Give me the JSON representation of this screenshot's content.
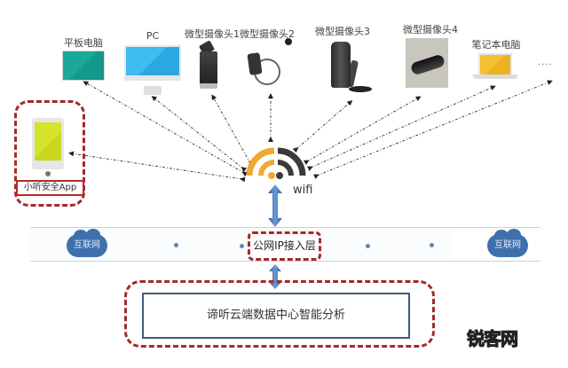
{
  "devices": [
    {
      "id": "tablet",
      "label": "平板电脑",
      "icon": "tablet-icon"
    },
    {
      "id": "pc",
      "label": "PC",
      "icon": "desktop-monitor-icon"
    },
    {
      "id": "camera1",
      "label": "微型摄像头1",
      "icon": "lighter-camera-icon"
    },
    {
      "id": "camera2",
      "label": "微型摄像头2",
      "icon": "cable-camera-icon"
    },
    {
      "id": "camera3",
      "label": "微型摄像头3",
      "icon": "clip-camera-icon"
    },
    {
      "id": "camera4",
      "label": "微型摄像头4",
      "icon": "keyfob-camera-icon"
    },
    {
      "id": "laptop",
      "label": "笔记本电脑",
      "icon": "laptop-icon"
    }
  ],
  "more_devices": "....",
  "app": {
    "label": "小听安全App",
    "icon": "smartphone-icon"
  },
  "wifi": {
    "label": "wifi",
    "icon": "wifi-icon",
    "colors": {
      "left": "#f0a830",
      "right": "#3a3a3a"
    }
  },
  "network_layer": {
    "left_cloud": "互联网",
    "right_cloud": "互联网",
    "center_label": "公网IP接入层"
  },
  "data_center": {
    "label": "谛听云端数据中心智能分析"
  },
  "watermark": {
    "part1": "锐客",
    "part2": "网"
  },
  "colors": {
    "dash_red": "#a32b2b",
    "arrow_blue": "#3f70ad",
    "cloud_blue": "#3f70ad",
    "tablet": "#1aa998",
    "pc": "#3cbcef",
    "phone": "#d5e32a",
    "laptop": "#f5c033"
  }
}
